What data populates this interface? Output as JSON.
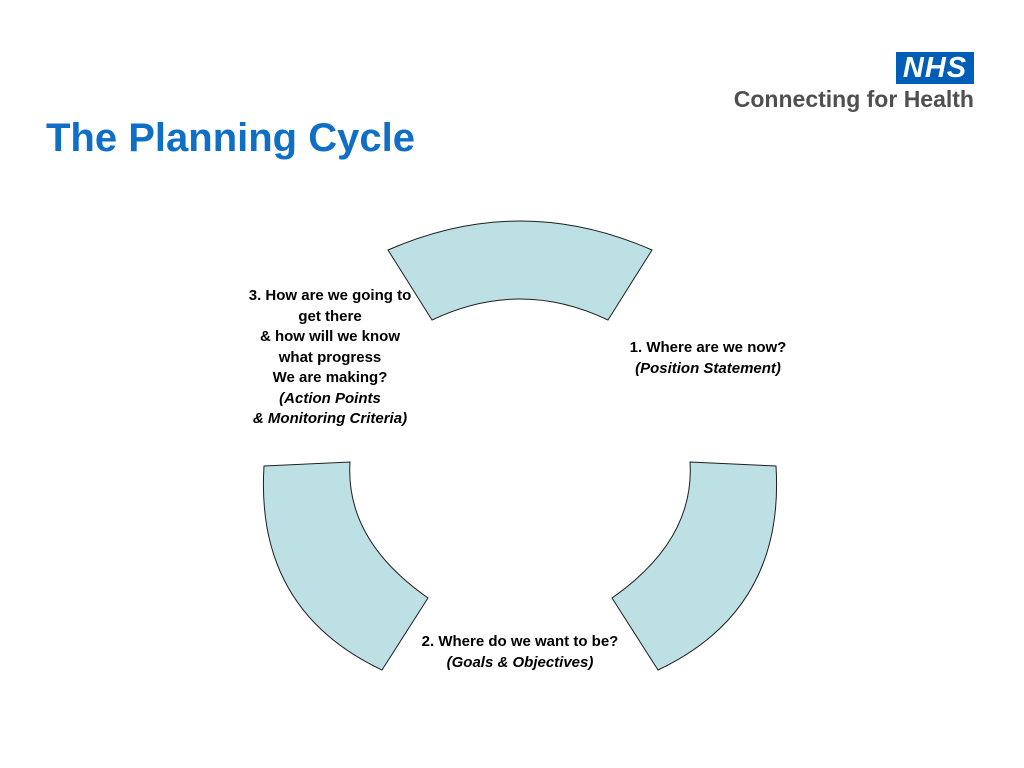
{
  "logo": {
    "badge": "NHS",
    "tagline": "Connecting for Health",
    "colors": {
      "badge_bg": "#005eb8",
      "tagline": "#4f4f4f"
    }
  },
  "title": "The Planning Cycle",
  "colors": {
    "title": "#0f6fc6",
    "segment_fill": "#bde0e5",
    "segment_stroke": "#1e1e1e"
  },
  "cycle": {
    "steps": [
      {
        "lines": [
          "1. Where are we now?"
        ],
        "italic_lines": [
          "(Position Statement)"
        ]
      },
      {
        "lines": [
          "2. Where do we want to be?"
        ],
        "italic_lines": [
          "(Goals & Objectives)"
        ]
      },
      {
        "lines": [
          "3. How are we going to",
          "get there",
          "& how will we know",
          "what progress",
          "We are making?"
        ],
        "italic_lines": [
          "(Action Points",
          "& Monitoring Criteria)"
        ]
      }
    ]
  }
}
